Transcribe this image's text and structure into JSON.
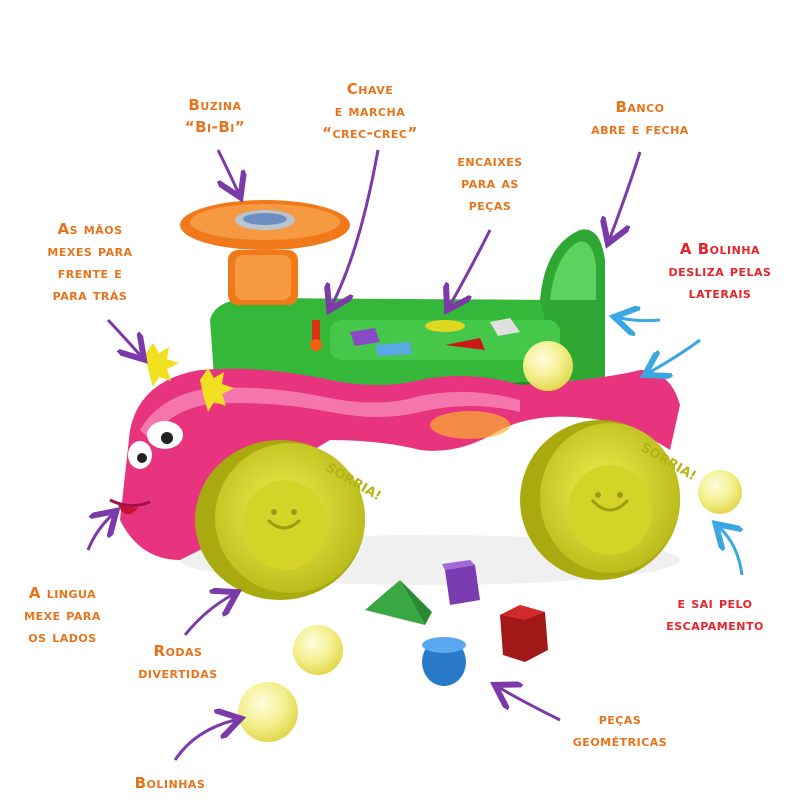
{
  "colors": {
    "label_orange": "#e8731a",
    "label_red": "#e8242a",
    "arrow_purple": "#7b3aa8",
    "arrow_blue": "#3aa7e0",
    "body_pink": "#e8337e",
    "seat_green": "#35b83a",
    "wheel_yellow": "#d8d820",
    "steering_orange": "#f07a1a"
  },
  "labels": {
    "buzina": [
      "Buzina",
      "“Bi-Bi”"
    ],
    "chave": [
      "Chave",
      "e marcha",
      "“crec-crec”"
    ],
    "banco": [
      "Banco",
      "abre e fecha"
    ],
    "encaixes": [
      "encaixes",
      "para as",
      "peças"
    ],
    "maos": [
      "As mãos",
      "mexes para",
      "frente e",
      "para trás"
    ],
    "bolinha": [
      "A Bolinha",
      "desliza pelas",
      "laterais"
    ],
    "lingua": [
      "A lingua",
      "mexe para",
      "os lados"
    ],
    "escapamento": [
      "e sai pelo",
      "escapamento"
    ],
    "rodas": [
      "Rodas",
      "divertidas"
    ],
    "pecas": [
      "peças",
      "geométricas"
    ],
    "bolinhas": [
      "Bolinhas"
    ]
  },
  "toy": {
    "wheel_text": "SORRIA!"
  }
}
